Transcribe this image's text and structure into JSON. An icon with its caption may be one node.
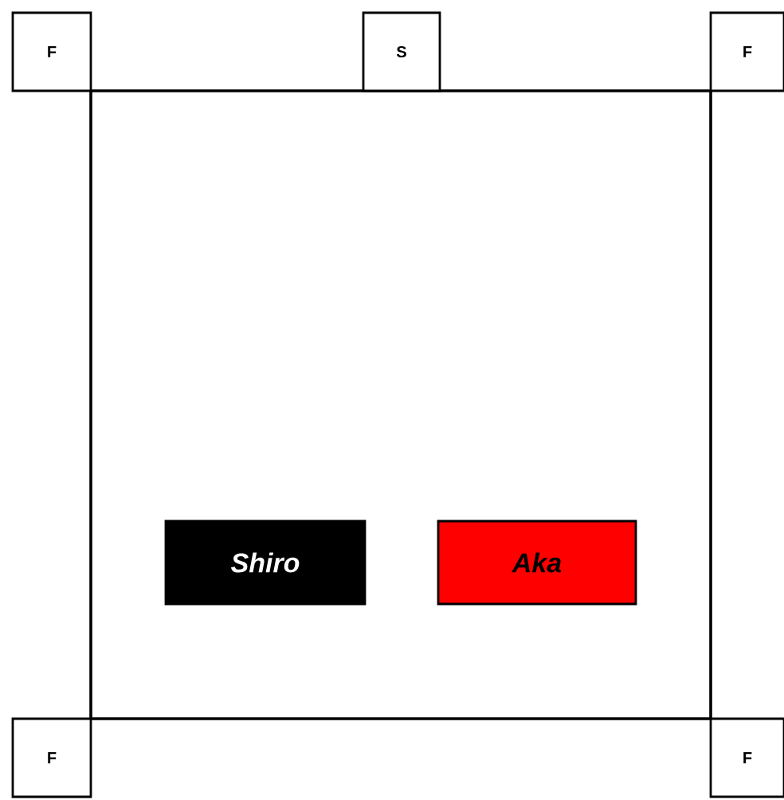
{
  "diagram": {
    "nodes": [
      {
        "text": [
          "F"
        ]
      },
      {
        "text": [
          "S"
        ]
      },
      {
        "text": [
          "F"
        ]
      },
      {
        "text": [],
        "shape": "box"
      },
      {
        "text": [
          "Shiro"
        ],
        "in": 3
      },
      {
        "text": [
          "Aka"
        ],
        "in": 3
      },
      {
        "text": [
          "F"
        ]
      },
      {
        "text": [
          "F"
        ]
      }
    ]
  }
}
